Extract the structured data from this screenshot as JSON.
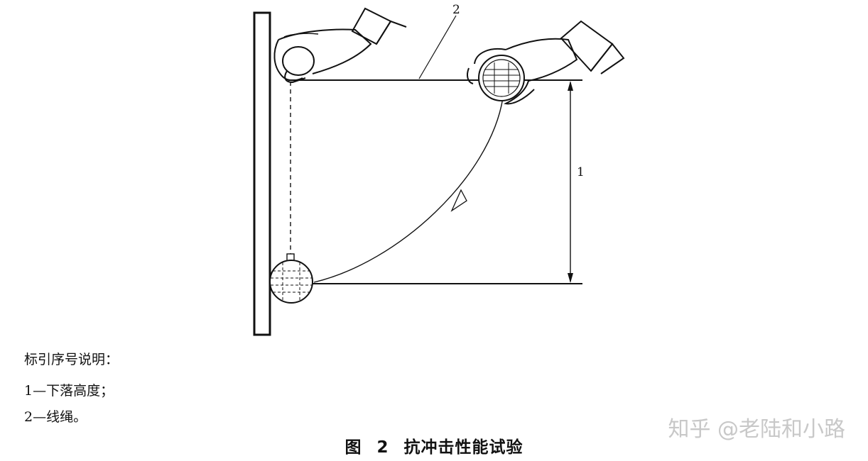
{
  "diagram": {
    "callout_1": "1",
    "callout_2": "2"
  },
  "legend": {
    "title": "标引序号说明：",
    "item_1": "1—下落高度；",
    "item_2": "2—线绳。"
  },
  "caption": "图 2 抗冲击性能试验",
  "watermark": "知乎 @老陆和小路"
}
